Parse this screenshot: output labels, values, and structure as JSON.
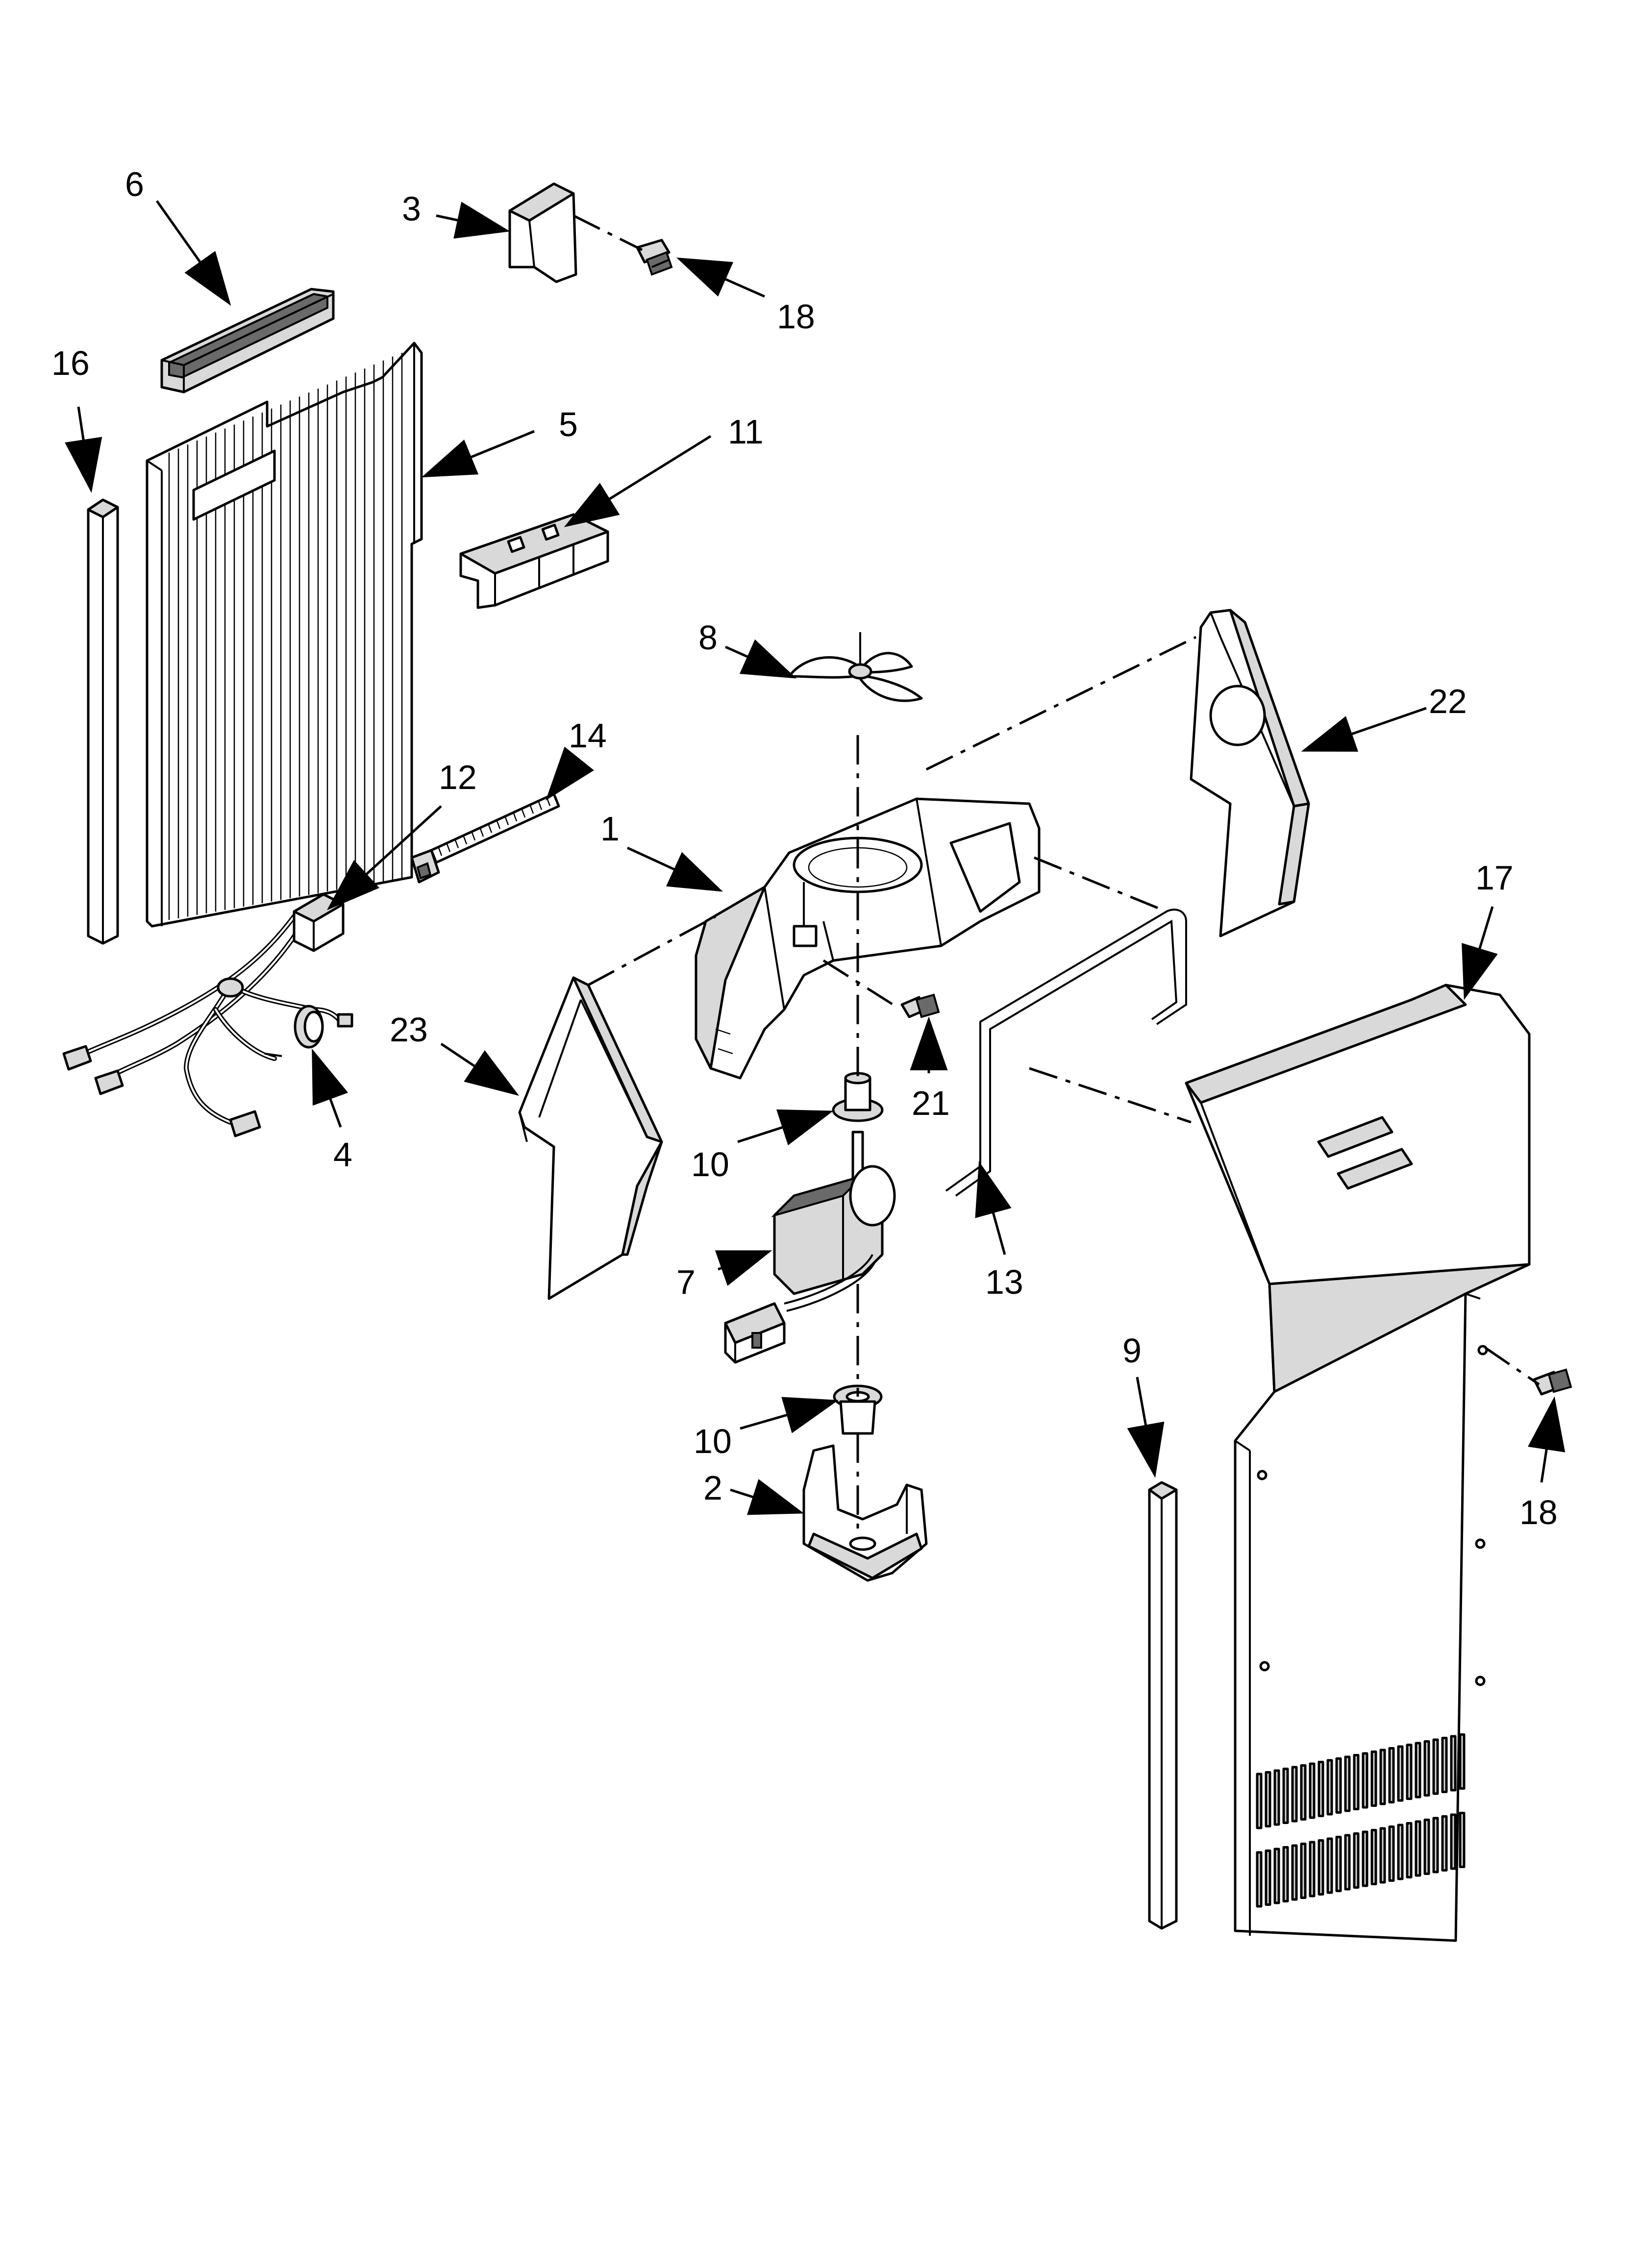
{
  "labels": {
    "p1": "1",
    "p2": "2",
    "p3": "3",
    "p4": "4",
    "p5": "5",
    "p6": "6",
    "p7": "7",
    "p8": "8",
    "p9": "9",
    "p10a": "10",
    "p10b": "10",
    "p11": "11",
    "p12": "12",
    "p13": "13",
    "p14": "14",
    "p16": "16",
    "p17": "17",
    "p18a": "18",
    "p18b": "18",
    "p21": "21",
    "p22": "22",
    "p23": "23"
  }
}
